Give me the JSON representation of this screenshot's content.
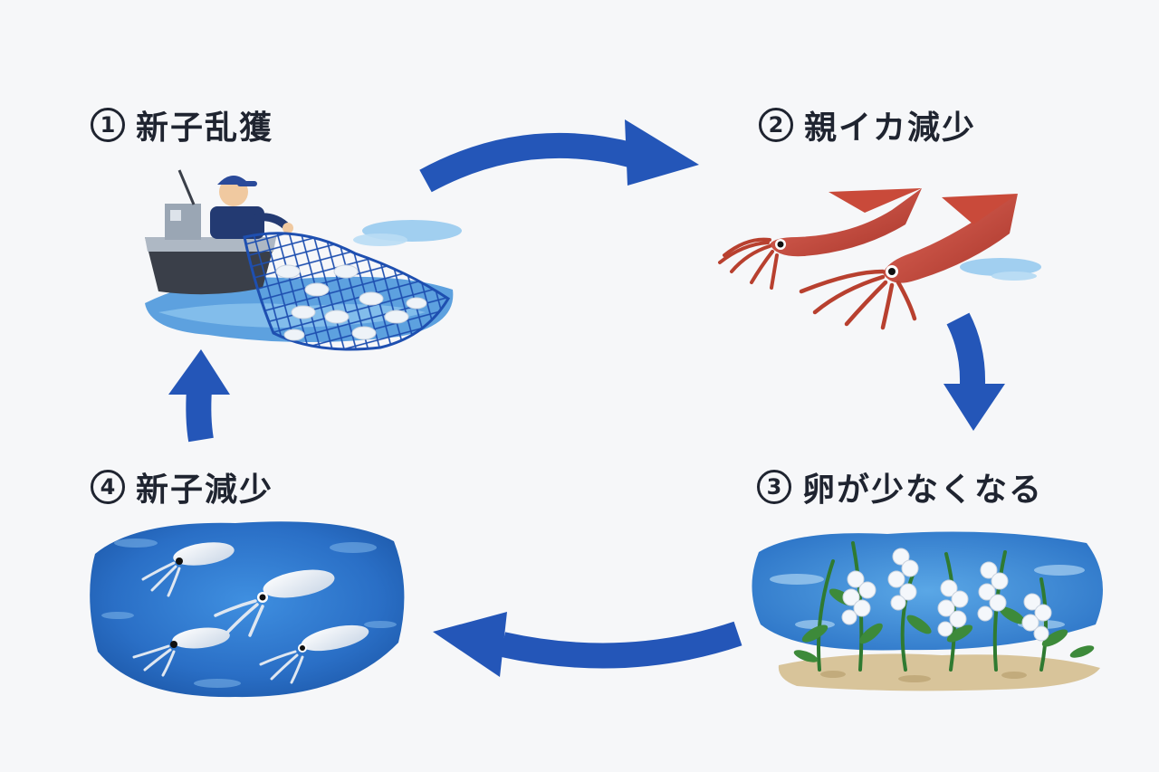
{
  "steps": [
    {
      "number": "1",
      "label": "新子乱獲",
      "scene": "fishing-boat-net"
    },
    {
      "number": "2",
      "label": "親イカ減少",
      "scene": "adult-squid-pair"
    },
    {
      "number": "3",
      "label": "卵が少なくなる",
      "scene": "egg-clusters-seaweed"
    },
    {
      "number": "4",
      "label": "新子減少",
      "scene": "juvenile-squid-school"
    }
  ],
  "colors": {
    "arrow": "#2456b8",
    "text": "#1f2430",
    "water": "#2f78cf",
    "water_light": "#8cc4ee",
    "squid_red": "#c94a3a",
    "net": "#1e4fb0",
    "seaweed": "#3d8a3a",
    "sand": "#d8c49a"
  }
}
